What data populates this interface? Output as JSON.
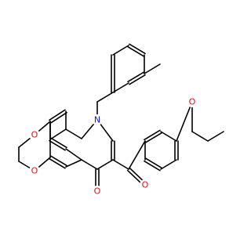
{
  "molecule": {
    "atoms": {
      "n1": {
        "label": "N",
        "color": "#1414e6"
      },
      "o_ring1": {
        "label": "O",
        "color": "#e01414"
      },
      "o_ring2": {
        "label": "O",
        "color": "#e01414"
      },
      "o_ketone": {
        "label": "O",
        "color": "#e01414"
      },
      "o_carbonyl": {
        "label": "O",
        "color": "#e01414"
      },
      "o_ether": {
        "label": "O",
        "color": "#e01414"
      }
    },
    "bond_color": "#000000"
  }
}
